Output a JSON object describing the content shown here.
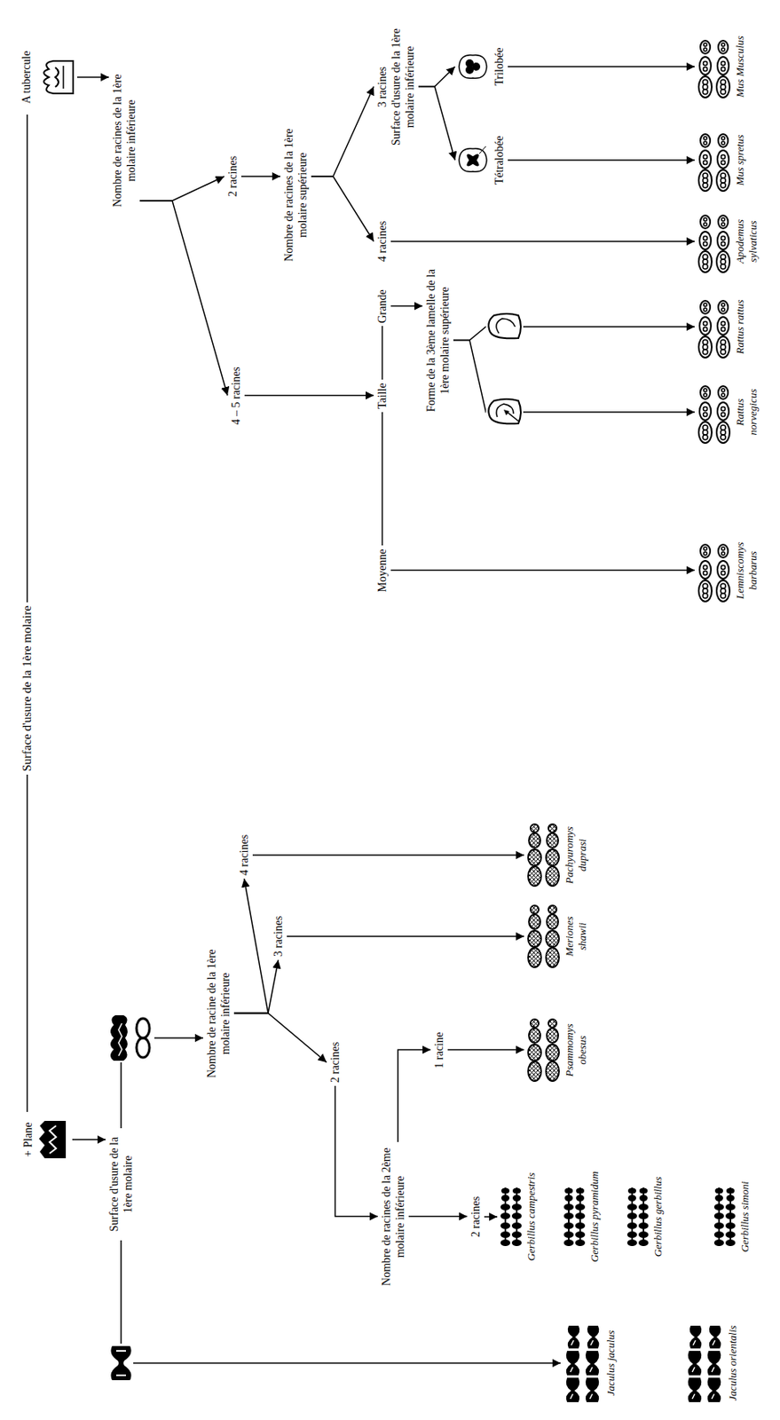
{
  "diagram": {
    "nodes": [
      {
        "text": [
          "+ Plane"
        ]
      },
      {
        "text": [
          "Surface d'usure de la 1ère molaire"
        ]
      },
      {
        "text": [
          "A tubercule"
        ]
      },
      {
        "text": [
          "Surface d'usure de la 1ère molaire"
        ]
      },
      {
        "text": [
          "Nombre de racines de la 1ère molaire inférieure"
        ]
      },
      {
        "text": [
          "Nombre de racine de la 1ère molaire inférieure"
        ]
      },
      {
        "text": [
          "4 racines"
        ]
      },
      {
        "text": [
          "2 racines"
        ]
      },
      {
        "text": [
          "4 – 5 racines"
        ]
      },
      {
        "text": [
          "3 racines"
        ]
      },
      {
        "text": [
          "Nombre de racines de la 1ère molaire supérieure"
        ]
      },
      {
        "text": [
          "2 racines"
        ]
      },
      {
        "text": [
          "Nombre de racines de la 2ème molaire inférieure"
        ]
      },
      {
        "text": [
          "Moyenne"
        ]
      },
      {
        "text": [
          "Taille"
        ]
      },
      {
        "text": [
          "Grande"
        ]
      },
      {
        "text": [
          "4 racines"
        ]
      },
      {
        "text": [
          "3 racines",
          "Surface d'usure de la 1ère molaire inférieure"
        ]
      },
      {
        "text": [
          "1 racine"
        ]
      },
      {
        "text": [
          "Forme de la 3ème lamelle de la 1ère molaire supérieure"
        ]
      },
      {
        "text": [
          "Tétralobée"
        ]
      },
      {
        "text": [
          "Trilobée"
        ]
      },
      {
        "text": [
          "2 racines"
        ]
      },
      {
        "text": [
          "Gerbillus campestris"
        ]
      },
      {
        "text": [
          "Pachyuromys duprasi"
        ]
      },
      {
        "text": [
          "Meriones shawii"
        ]
      },
      {
        "text": [
          "Psammomys obesus"
        ]
      },
      {
        "text": [
          "Gerbillus pyramidum"
        ]
      },
      {
        "text": [
          "Jaculus jaculus"
        ]
      },
      {
        "text": [
          "Gerbillus gerbillus"
        ]
      },
      {
        "text": [
          "Lemniscomys barbarus"
        ]
      },
      {
        "text": [
          "Rattus norvegicus"
        ]
      },
      {
        "text": [
          "Rattus rattus"
        ]
      },
      {
        "text": [
          "Apodemus sylvaticus"
        ]
      },
      {
        "text": [
          "Mus spretus"
        ]
      },
      {
        "text": [
          "Mus Musculus"
        ]
      },
      {
        "text": [
          "Gerbillus simoni"
        ]
      },
      {
        "text": [
          "Jaculus orientalis"
        ]
      }
    ],
    "edges": [
      {
        "from": 1,
        "to": 0,
        "arrow": "none"
      },
      {
        "from": 1,
        "to": 2,
        "arrow": "none"
      },
      {
        "from": 0,
        "to": 3,
        "arrow": "to"
      },
      {
        "from": 3,
        "to": 28,
        "arrow": "to"
      },
      {
        "from": 3,
        "to": 5,
        "arrow": "to"
      },
      {
        "from": 5,
        "to": 6,
        "arrow": "to"
      },
      {
        "from": 5,
        "to": 9,
        "arrow": "to"
      },
      {
        "from": 5,
        "to": 11,
        "arrow": "to"
      },
      {
        "from": 6,
        "to": 24,
        "arrow": "to"
      },
      {
        "from": 9,
        "to": 25,
        "arrow": "to"
      },
      {
        "from": 11,
        "to": 12,
        "arrow": "to"
      },
      {
        "from": 12,
        "to": 18,
        "arrow": "to"
      },
      {
        "from": 12,
        "to": 22,
        "arrow": "to"
      },
      {
        "from": 18,
        "to": 26,
        "arrow": "to"
      },
      {
        "from": 22,
        "to": 23,
        "arrow": "to"
      },
      {
        "from": 2,
        "to": 4,
        "arrow": "to"
      },
      {
        "from": 4,
        "to": 7,
        "arrow": "to"
      },
      {
        "from": 4,
        "to": 8,
        "arrow": "to"
      },
      {
        "from": 7,
        "to": 10,
        "arrow": "to"
      },
      {
        "from": 10,
        "to": 17,
        "arrow": "to"
      },
      {
        "from": 10,
        "to": 16,
        "arrow": "to"
      },
      {
        "from": 17,
        "to": 21,
        "arrow": "to"
      },
      {
        "from": 17,
        "to": 20,
        "arrow": "to"
      },
      {
        "from": 21,
        "to": 35,
        "arrow": "to"
      },
      {
        "from": 20,
        "to": 34,
        "arrow": "to"
      },
      {
        "from": 16,
        "to": 33,
        "arrow": "to"
      },
      {
        "from": 8,
        "to": 14,
        "arrow": "to"
      },
      {
        "from": 14,
        "to": 13,
        "arrow": "none"
      },
      {
        "from": 14,
        "to": 15,
        "arrow": "none"
      },
      {
        "from": 13,
        "to": 30,
        "arrow": "to"
      },
      {
        "from": 15,
        "to": 19,
        "arrow": "to"
      },
      {
        "from": 19,
        "to": 31,
        "arrow": "to"
      },
      {
        "from": 19,
        "to": 32,
        "arrow": "to"
      }
    ]
  }
}
